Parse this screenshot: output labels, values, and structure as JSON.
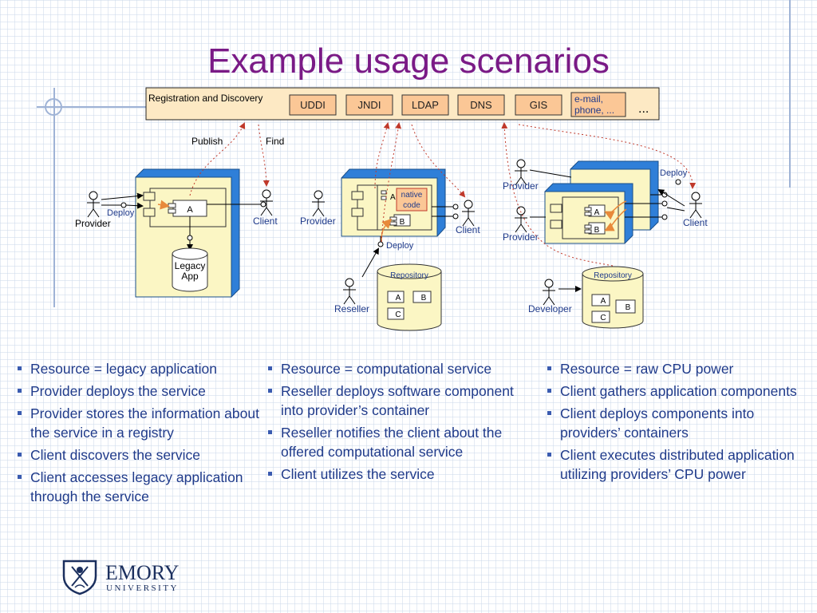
{
  "title": "Example usage scenarios",
  "registry": {
    "label": "Registration and Discovery",
    "services": [
      "UDDI",
      "JNDI",
      "LDAP",
      "DNS",
      "GIS"
    ],
    "email_line1": "e-mail,",
    "email_line2": "phone, ...",
    "ellipsis": "..."
  },
  "diagram_labels": {
    "publish": "Publish",
    "find": "Find",
    "provider": "Provider",
    "client": "Client",
    "deploy": "Deploy",
    "reseller": "Reseller",
    "developer": "Developer",
    "repository": "Repository",
    "legacy_line1": "Legacy",
    "legacy_line2": "App",
    "native_line1": "native",
    "native_line2": "code",
    "comp_a": "A",
    "comp_b": "B",
    "comp_c": "C"
  },
  "columns": [
    {
      "items": [
        "Resource = legacy application",
        "Provider deploys the service",
        "Provider stores the information about the service in a registry",
        "Client discovers the service",
        "Client accesses legacy application through the service"
      ]
    },
    {
      "items": [
        "Resource = computational service",
        "Reseller deploys software component into provider’s container",
        "Reseller notifies the client about the offered computational service",
        "Client utilizes the service"
      ]
    },
    {
      "items": [
        "Resource = raw CPU power",
        "Client gathers application components",
        "Client deploys components into providers’ containers",
        "Client executes distributed application utilizing providers’ CPU power"
      ]
    }
  ],
  "logo": {
    "name": "EMORY",
    "sub": "UNIVERSITY"
  },
  "colors": {
    "title": "#7a1a86",
    "bullet_text": "#1f3a8a",
    "registry_fill": "#fde9c4",
    "service_fill": "#fbc796",
    "container_side": "#2f7fd8",
    "container_face": "#fbf6c4",
    "dotted_arrow": "#c0392b",
    "deploy_arrow": "#f2a35e"
  }
}
